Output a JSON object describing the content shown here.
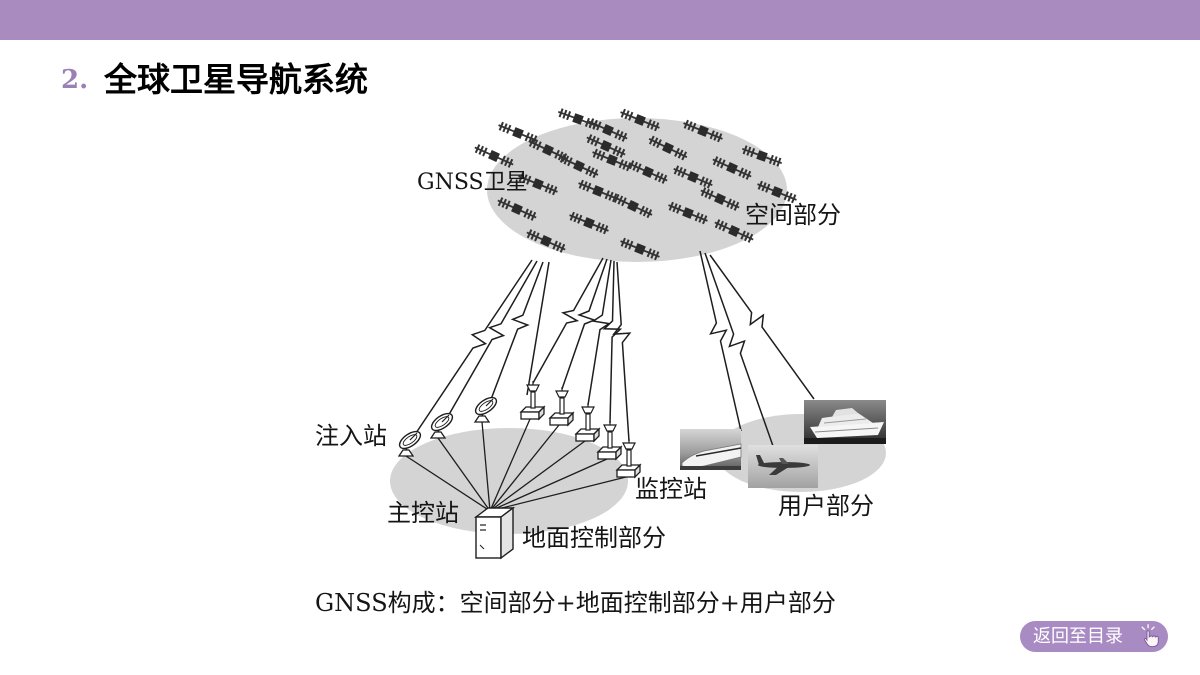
{
  "colors": {
    "top_bar": "#a98bbf",
    "accent": "#9a80b6",
    "button": "#a98bc4",
    "segment_fill": "#d4d4d4",
    "line": "#1e1e1e"
  },
  "slide": {
    "number": "2.",
    "title": "全球卫星导航系统"
  },
  "diagram": {
    "labels": {
      "gnss_satellites": "GNSS卫星",
      "space_segment": "空间部分",
      "injection_station": "注入站",
      "master_control_station": "主控站",
      "monitor_station": "监控站",
      "ground_control_segment": "地面控制部分",
      "user_segment": "用户部分"
    },
    "icons": [
      "satellite-icon",
      "dish-antenna-icon",
      "monitor-station-icon",
      "control-building-icon",
      "train-image",
      "airplane-image",
      "ship-image"
    ]
  },
  "caption": "GNSS构成：空间部分+地面控制部分+用户部分",
  "nav": {
    "back_label": "返回至目录",
    "icon": "hand-pointer-icon"
  }
}
